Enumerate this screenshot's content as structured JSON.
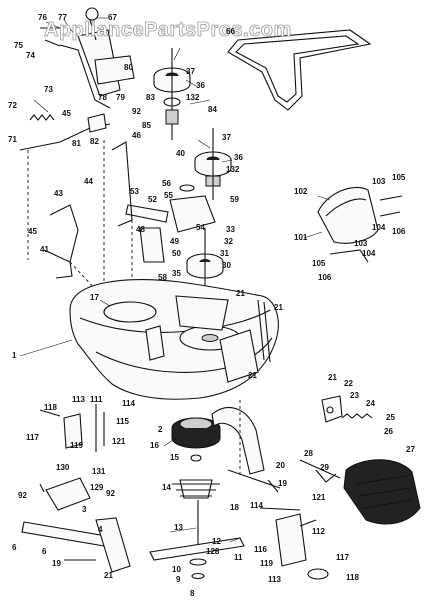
{
  "watermark": "AppliancePartsPros.com",
  "callouts": [
    {
      "id": "c76",
      "text": "76"
    },
    {
      "id": "c77",
      "text": "77"
    },
    {
      "id": "c67",
      "text": "67"
    },
    {
      "id": "c75",
      "text": "75"
    },
    {
      "id": "c74",
      "text": "74"
    },
    {
      "id": "c73",
      "text": "73"
    },
    {
      "id": "c80",
      "text": "80"
    },
    {
      "id": "c78",
      "text": "78"
    },
    {
      "id": "c79",
      "text": "79"
    },
    {
      "id": "c92a",
      "text": "92"
    },
    {
      "id": "c72",
      "text": "72"
    },
    {
      "id": "c45a",
      "text": "45"
    },
    {
      "id": "c81",
      "text": "81"
    },
    {
      "id": "c82",
      "text": "82"
    },
    {
      "id": "c71",
      "text": "71"
    },
    {
      "id": "c46",
      "text": "46"
    },
    {
      "id": "c44",
      "text": "44"
    },
    {
      "id": "c43",
      "text": "43"
    },
    {
      "id": "c45b",
      "text": "45"
    },
    {
      "id": "c41",
      "text": "41"
    },
    {
      "id": "c17",
      "text": "17"
    },
    {
      "id": "c1",
      "text": "1"
    },
    {
      "id": "c37a",
      "text": "37"
    },
    {
      "id": "c36a",
      "text": "36"
    },
    {
      "id": "c83",
      "text": "83"
    },
    {
      "id": "c132a",
      "text": "132"
    },
    {
      "id": "c84",
      "text": "84"
    },
    {
      "id": "c85",
      "text": "85"
    },
    {
      "id": "c40",
      "text": "40"
    },
    {
      "id": "c37b",
      "text": "37"
    },
    {
      "id": "c36b",
      "text": "36"
    },
    {
      "id": "c132b",
      "text": "132"
    },
    {
      "id": "c56",
      "text": "56"
    },
    {
      "id": "c55",
      "text": "55"
    },
    {
      "id": "c59",
      "text": "59"
    },
    {
      "id": "c53",
      "text": "53"
    },
    {
      "id": "c52",
      "text": "52"
    },
    {
      "id": "c48",
      "text": "48"
    },
    {
      "id": "c49",
      "text": "49"
    },
    {
      "id": "c50",
      "text": "50"
    },
    {
      "id": "c54",
      "text": "54"
    },
    {
      "id": "c33",
      "text": "33"
    },
    {
      "id": "c32",
      "text": "32"
    },
    {
      "id": "c31",
      "text": "31"
    },
    {
      "id": "c30",
      "text": "30"
    },
    {
      "id": "c58",
      "text": "58"
    },
    {
      "id": "c35",
      "text": "35"
    },
    {
      "id": "c21a",
      "text": "21"
    },
    {
      "id": "c21b",
      "text": "21"
    },
    {
      "id": "c21c",
      "text": "21"
    },
    {
      "id": "c21d",
      "text": "21"
    },
    {
      "id": "c22",
      "text": "22"
    },
    {
      "id": "c23",
      "text": "23"
    },
    {
      "id": "c24",
      "text": "24"
    },
    {
      "id": "c25",
      "text": "25"
    },
    {
      "id": "c26",
      "text": "26"
    },
    {
      "id": "c27",
      "text": "27"
    },
    {
      "id": "c28",
      "text": "28"
    },
    {
      "id": "c29",
      "text": "29"
    },
    {
      "id": "c20",
      "text": "20"
    },
    {
      "id": "c2",
      "text": "2"
    },
    {
      "id": "c16",
      "text": "16"
    },
    {
      "id": "c15",
      "text": "15"
    },
    {
      "id": "c14",
      "text": "14"
    },
    {
      "id": "c18",
      "text": "18"
    },
    {
      "id": "c13",
      "text": "13"
    },
    {
      "id": "c12",
      "text": "12"
    },
    {
      "id": "c128",
      "text": "128"
    },
    {
      "id": "c11",
      "text": "11"
    },
    {
      "id": "c10",
      "text": "10"
    },
    {
      "id": "c9",
      "text": "9"
    },
    {
      "id": "c8",
      "text": "8"
    },
    {
      "id": "c19a",
      "text": "19"
    },
    {
      "id": "c19b",
      "text": "19"
    },
    {
      "id": "c6a",
      "text": "6"
    },
    {
      "id": "c6b",
      "text": "6"
    },
    {
      "id": "c3",
      "text": "3"
    },
    {
      "id": "c4",
      "text": "4"
    },
    {
      "id": "c21e",
      "text": "21"
    },
    {
      "id": "c118a",
      "text": "118"
    },
    {
      "id": "c113a",
      "text": "113"
    },
    {
      "id": "c111",
      "text": "111"
    },
    {
      "id": "c114a",
      "text": "114"
    },
    {
      "id": "c115",
      "text": "115"
    },
    {
      "id": "c117a",
      "text": "117"
    },
    {
      "id": "c119a",
      "text": "119"
    },
    {
      "id": "c121a",
      "text": "121"
    },
    {
      "id": "c130",
      "text": "130"
    },
    {
      "id": "c131",
      "text": "131"
    },
    {
      "id": "c129",
      "text": "129"
    },
    {
      "id": "c92b",
      "text": "92"
    },
    {
      "id": "c92c",
      "text": "92"
    },
    {
      "id": "c121b",
      "text": "121"
    },
    {
      "id": "c114b",
      "text": "114"
    },
    {
      "id": "c116",
      "text": "116"
    },
    {
      "id": "c112",
      "text": "112"
    },
    {
      "id": "c119b",
      "text": "119"
    },
    {
      "id": "c113b",
      "text": "113"
    },
    {
      "id": "c117b",
      "text": "117"
    },
    {
      "id": "c118b",
      "text": "118"
    },
    {
      "id": "c102",
      "text": "102"
    },
    {
      "id": "c103a",
      "text": "103"
    },
    {
      "id": "c105a",
      "text": "105"
    },
    {
      "id": "c101",
      "text": "101"
    },
    {
      "id": "c104a",
      "text": "104"
    },
    {
      "id": "c106a",
      "text": "106"
    },
    {
      "id": "c103b",
      "text": "103"
    },
    {
      "id": "c104b",
      "text": "104"
    },
    {
      "id": "c105b",
      "text": "105"
    },
    {
      "id": "c106b",
      "text": "106"
    },
    {
      "id": "c66",
      "text": "66"
    }
  ]
}
